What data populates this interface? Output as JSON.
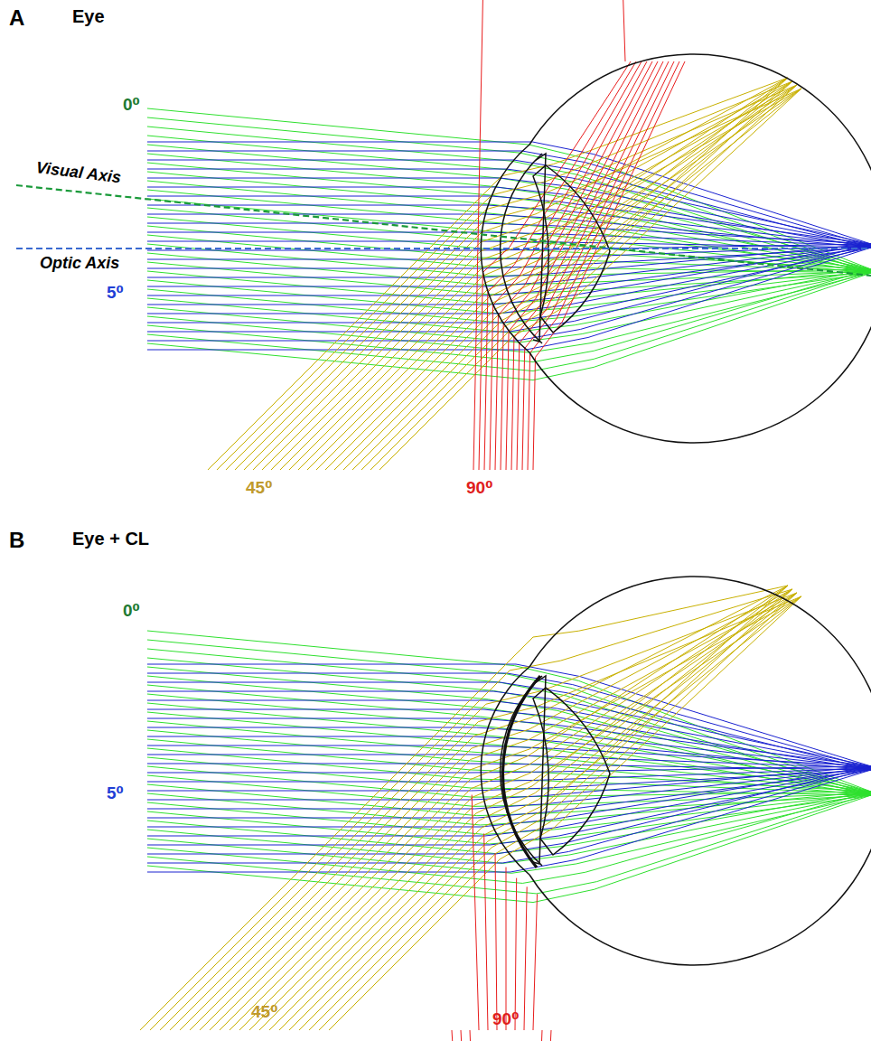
{
  "diagram": {
    "labels": [
      "A",
      "Eye",
      "0⁰",
      "Visual Axis",
      "Optic Axis",
      "5⁰",
      "45⁰",
      "90⁰",
      "B",
      "Eye + CL",
      "0⁰",
      "5⁰",
      "45⁰",
      "90⁰"
    ]
  }
}
